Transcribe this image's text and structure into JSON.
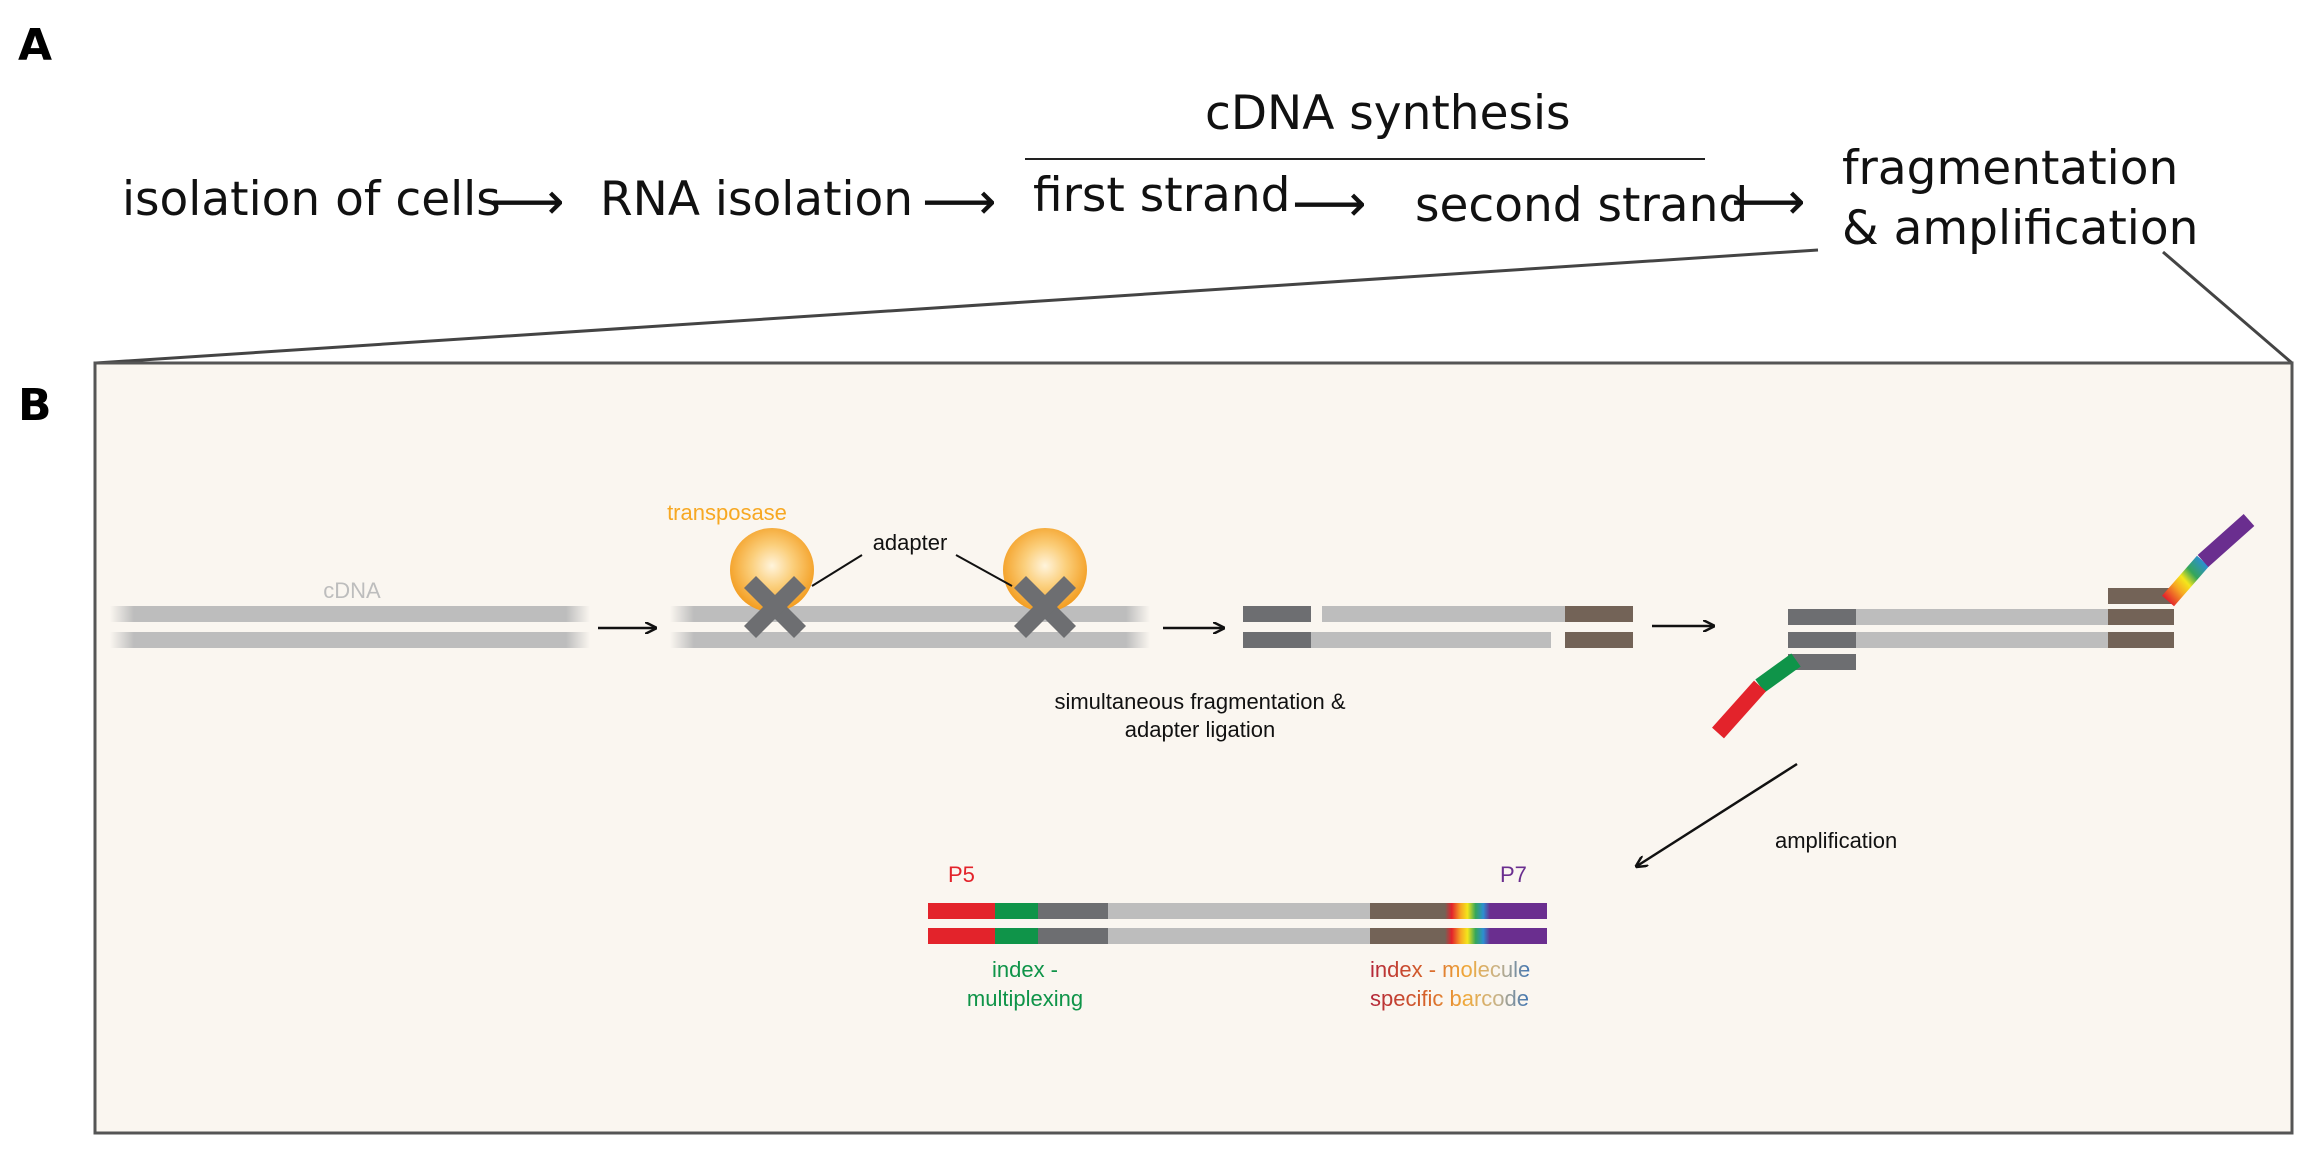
{
  "panel_a": {
    "label": "A",
    "steps": [
      "isolation of cells",
      "RNA isolation",
      "first strand",
      "second strand"
    ],
    "group_label": "cDNA synthesis",
    "final_step_line1": "fragmentation",
    "final_step_line2": "& amplification",
    "arrow_glyph": "⟶"
  },
  "panel_b": {
    "label": "B",
    "cdna_label": "cDNA",
    "transposase_label": "transposase",
    "adapter_label": "adapter",
    "arrow_glyph": "⟶",
    "fragmentation_caption_line1": "simultaneous fragmentation &",
    "fragmentation_caption_line2": "adapter ligation",
    "amplification_label": "amplification",
    "p5_label": "P5",
    "p7_label": "P7",
    "index_multiplexing_line1": "index -",
    "index_multiplexing_line2": "multiplexing",
    "index_molecule_line1": "index - molecule",
    "index_molecule_line2": "specific barcode"
  },
  "colors": {
    "panel_background": "#faf6f0",
    "strand_gray": "#bdbdbd",
    "adapter_dark_gray": "#6d6e71",
    "adapter_brown": "#736357",
    "transposase_orange": "#f7a823",
    "p5_red": "#e3232b",
    "index_green": "#0f9449",
    "p7_purple": "#6a2e8f"
  }
}
